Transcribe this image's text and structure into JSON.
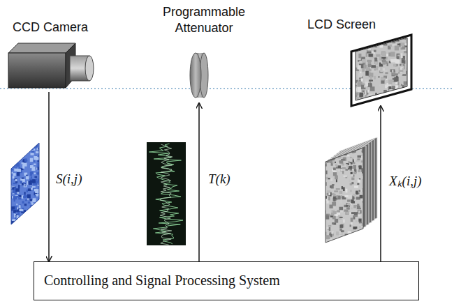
{
  "diagram": {
    "nodes": [
      {
        "text": [
          "CCD Camera"
        ]
      },
      {
        "text": [
          "Programmable Attenuator"
        ]
      },
      {
        "text": [
          "LCD Screen"
        ]
      },
      {
        "text": [
          "Controlling and Signal Processing System"
        ]
      }
    ],
    "edges": [
      {
        "from": 0,
        "to": 3,
        "arrow": "to",
        "label": "S(i,j)"
      },
      {
        "from": 3,
        "to": 1,
        "arrow": "to",
        "label": "T(k)"
      },
      {
        "from": 3,
        "to": 2,
        "arrow": "to",
        "label": "Xₖ(i,j)"
      }
    ]
  }
}
